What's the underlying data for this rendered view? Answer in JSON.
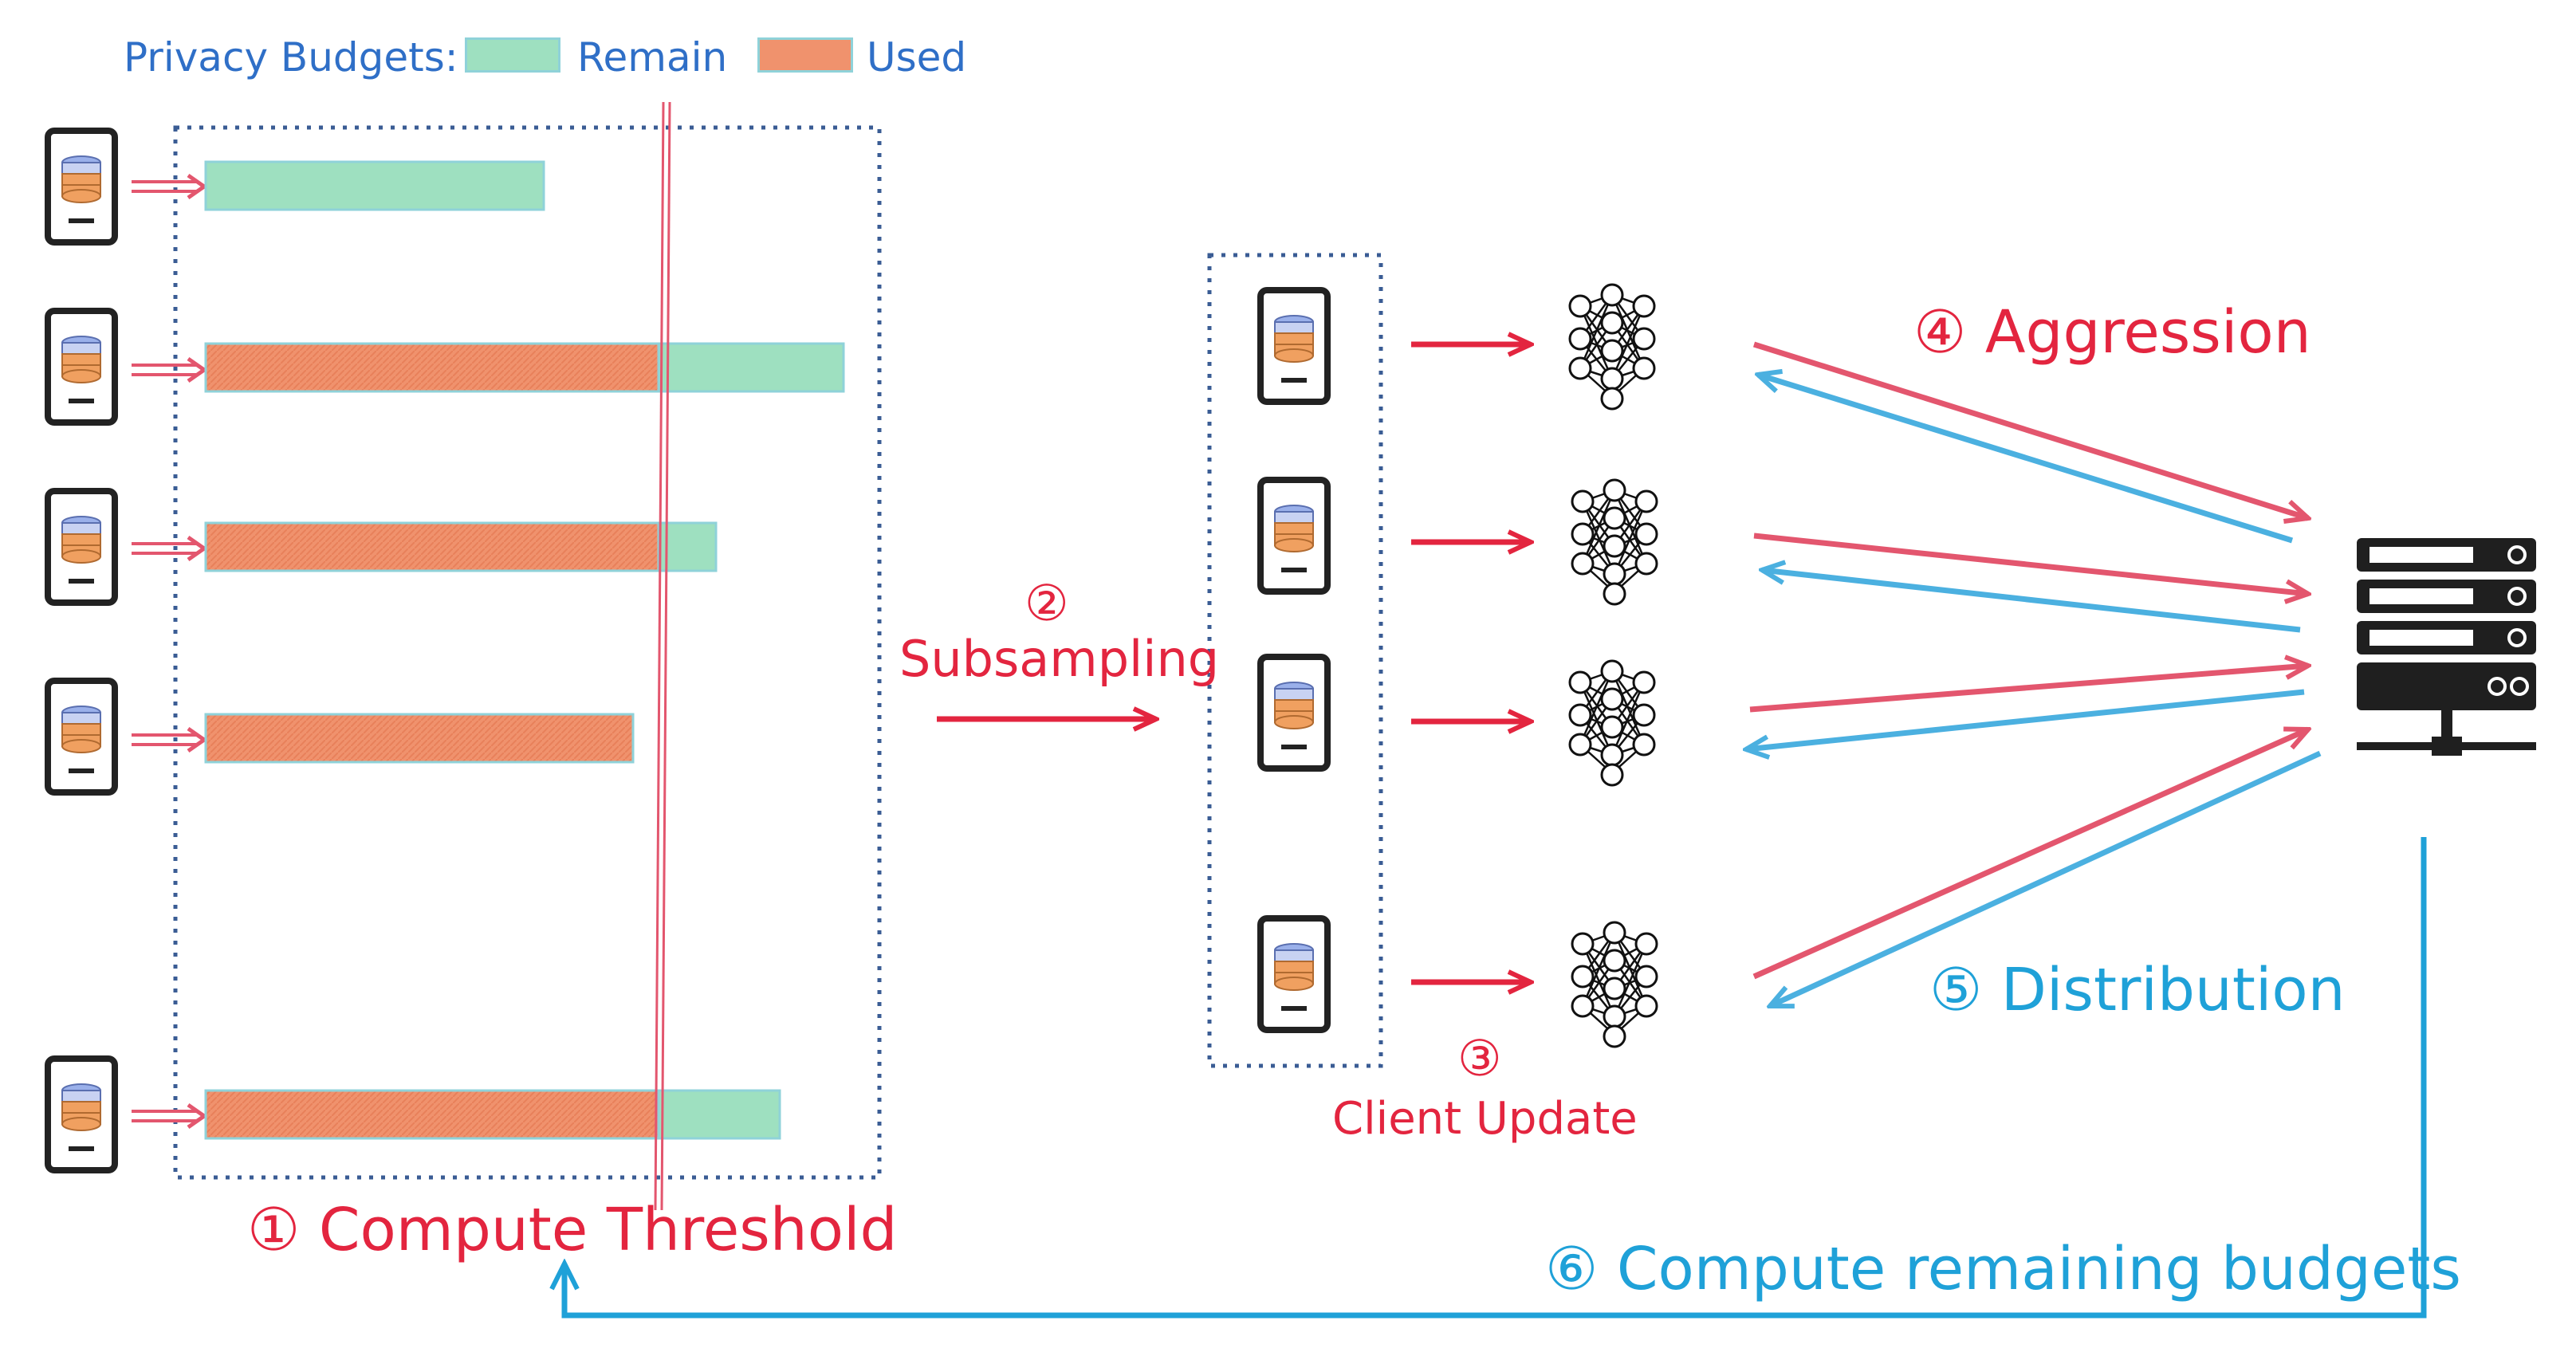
{
  "legend": {
    "title": "Privacy Budgets:",
    "remain_label": "Remain",
    "used_label": "Used",
    "remain_color": "#9ee0c0",
    "used_color": "#f0926d"
  },
  "steps": {
    "step1": "① Compute Threshold",
    "step2_num": "②",
    "step2": "Subsampling",
    "step3_num": "③",
    "step3": "Client Update",
    "step4": "④ Aggression",
    "step5": "⑤ Distribution",
    "step6": "⑥ Compute remaining budgets"
  },
  "clients": [
    {
      "used": 0.0,
      "remain": 0.53
    },
    {
      "used": 0.71,
      "remain": 0.29
    },
    {
      "used": 0.71,
      "remain": 0.09
    },
    {
      "used": 0.67,
      "remain": 0.0
    },
    {
      "used": 0.71,
      "remain": 0.19
    }
  ],
  "colors": {
    "upload_arrow": "#e3566e",
    "download_arrow": "#4bb0e0",
    "dotted_box": "#3a5c94",
    "threshold_line": "#e3566e"
  }
}
